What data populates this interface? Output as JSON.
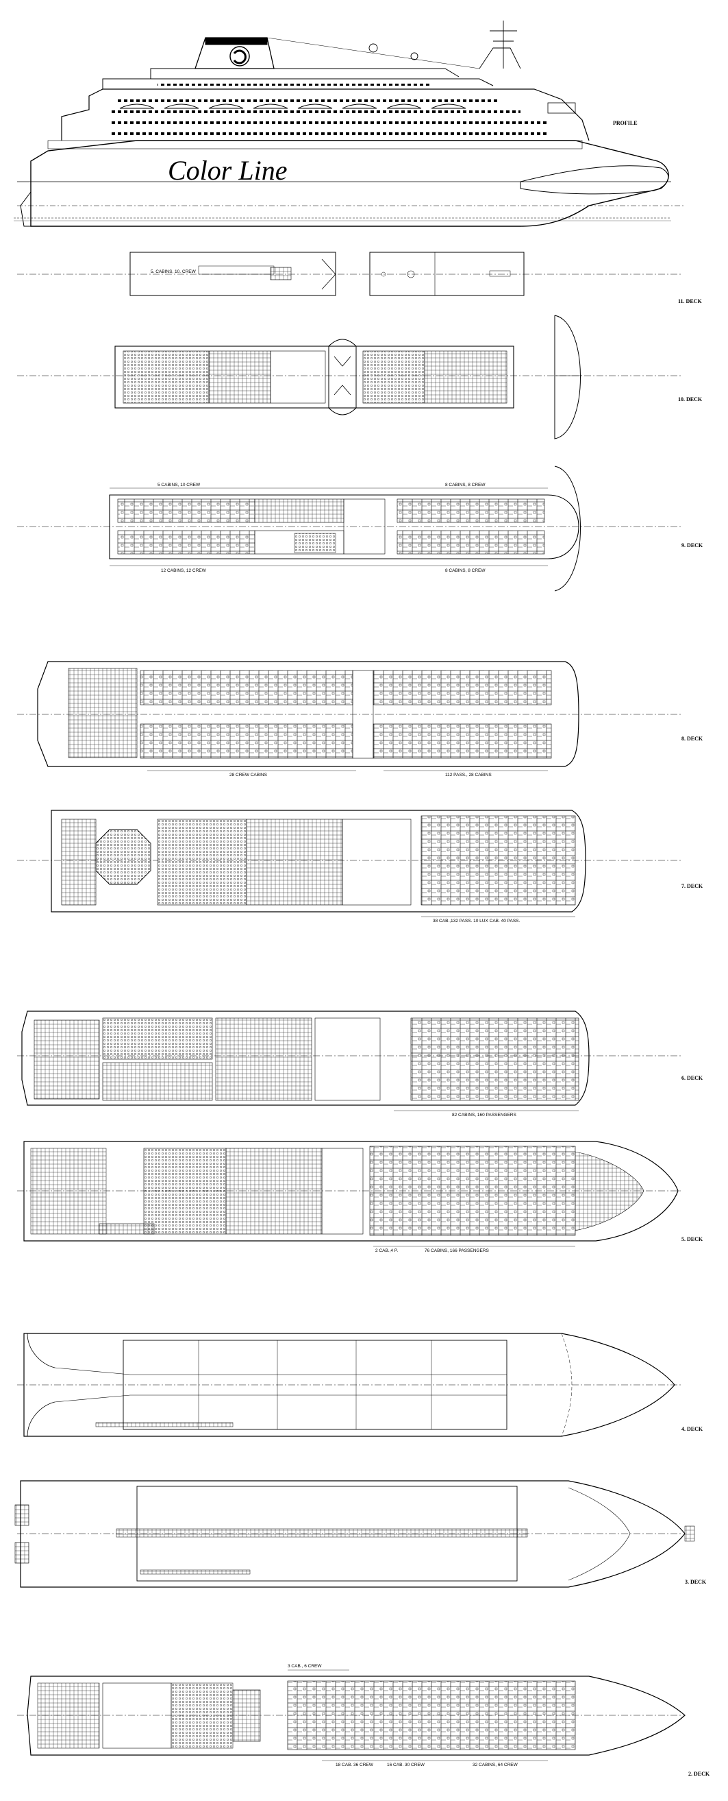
{
  "profile": {
    "label": "PROFILE",
    "brand": "Color Line"
  },
  "decks": [
    {
      "id": "d11",
      "label": "11. DECK"
    },
    {
      "id": "d10",
      "label": "10. DECK"
    },
    {
      "id": "d9",
      "label": "9. DECK",
      "dims_top": [
        "5 CABINS, 10 CREW",
        "8 CABINS, 8 CREW"
      ],
      "dims_bottom": [
        "12 CABINS, 12 CREW",
        "8 CABINS, 8 CREW"
      ]
    },
    {
      "id": "d8",
      "label": "8. DECK",
      "dims_bottom": [
        "28 CREW CABINS",
        "112 PASS., 28 CABINS"
      ]
    },
    {
      "id": "d7",
      "label": "7. DECK",
      "dims_bottom": [
        "38 CAB.,132 PASS. 10 LUX CAB. 40 PASS."
      ]
    },
    {
      "id": "d6",
      "label": "6. DECK",
      "dims_bottom": [
        "82 CABINS, 160 PASSENGERS"
      ]
    },
    {
      "id": "d5",
      "label": "5. DECK",
      "dims_bottom": [
        "2 CAB.,4 P.",
        "76 CABINS, 166 PASSENGERS"
      ]
    },
    {
      "id": "d4",
      "label": "4. DECK"
    },
    {
      "id": "d3",
      "label": "3. DECK"
    },
    {
      "id": "d2",
      "label": "2. DECK",
      "dims_top": [
        "3 CAB., 6 CREW"
      ],
      "dims_bottom": [
        "18 CAB. 36 CREW",
        "16 CAB. 30 CREW",
        "32 CABINS, 64 CREW"
      ]
    }
  ]
}
